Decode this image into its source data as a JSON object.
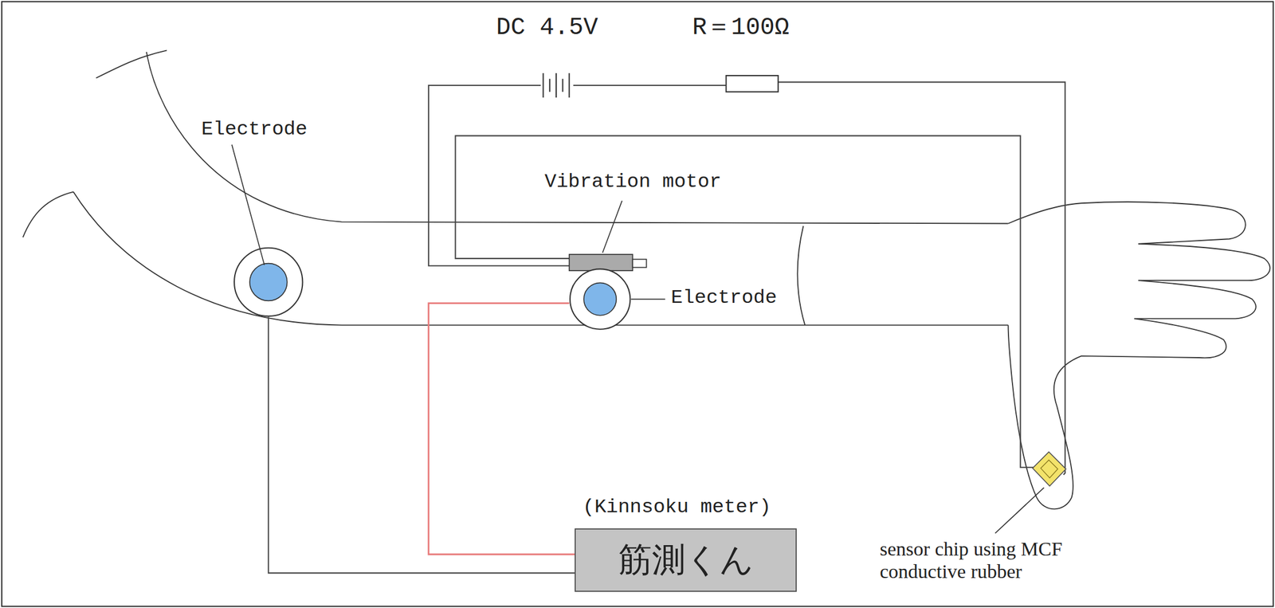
{
  "diagram": {
    "nodes": [
      {
        "text": [
          "(Kinnsoku meter)",
          "筋測くん"
        ]
      }
    ],
    "labels": [
      "DC 4.5V",
      "R＝100Ω",
      "Electrode",
      "Vibration motor",
      "Electrode",
      "sensor chip using MCF conductive rubber"
    ]
  }
}
